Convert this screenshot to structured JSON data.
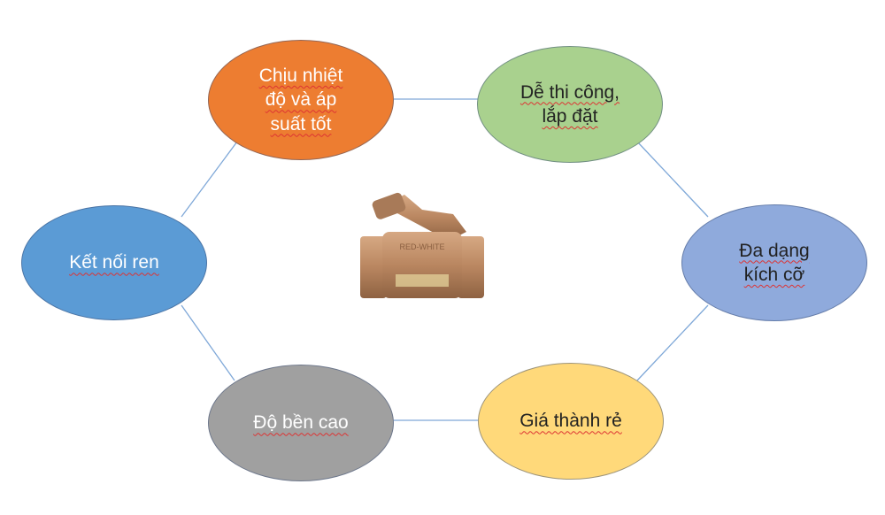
{
  "nodes": [
    {
      "label": "Chịu nhiệt\nđộ và áp\nsuất tốt",
      "color": "#ED7D31"
    },
    {
      "label": "Dễ thi công,\nlắp đặt",
      "color": "#A9D18E"
    },
    {
      "label": "Đa dạng\nkích cỡ",
      "color": "#8FAADC"
    },
    {
      "label": "Giá thành rẻ",
      "color": "#FFD97A"
    },
    {
      "label": "Độ bền cao",
      "color": "#A0A0A0"
    },
    {
      "label": "Kết nối ren",
      "color": "#5B9BD5"
    }
  ],
  "center_image": {
    "icon": "bronze-y-strainer-valve",
    "marking": "RED-WHITE"
  },
  "connector_color": "#7FA8D8"
}
